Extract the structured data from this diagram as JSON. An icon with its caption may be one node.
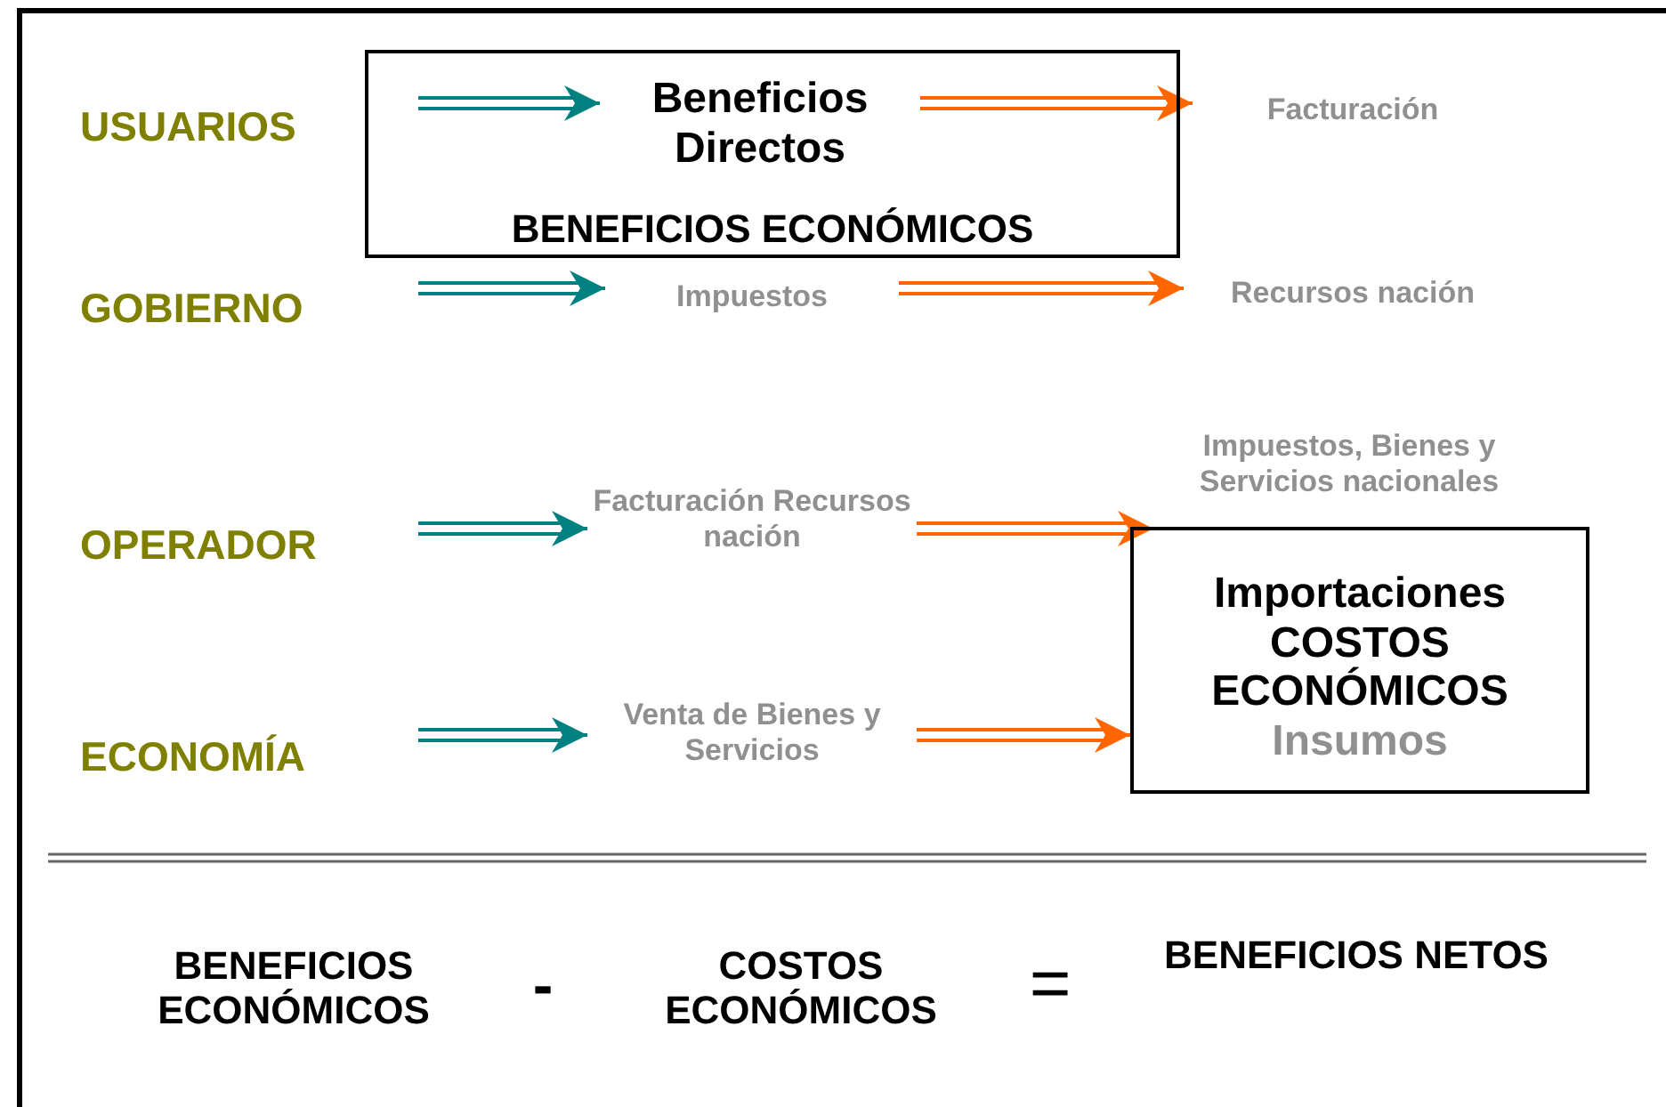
{
  "diagram": {
    "nodes": [
      {
        "text": [
          "USUARIOS"
        ]
      },
      {
        "text": [
          "BENEFICIOS ECONÓMICOS"
        ]
      },
      {
        "text": [
          "Beneficios Directos"
        ],
        "in": 1
      },
      {
        "text": [
          "Facturación"
        ]
      },
      {
        "text": [
          "GOBIERNO"
        ]
      },
      {
        "text": [
          "Impuestos"
        ]
      },
      {
        "text": [
          "Recursos nación"
        ]
      },
      {
        "text": [
          "OPERADOR"
        ]
      },
      {
        "text": [
          "Facturación Recursos nación"
        ]
      },
      {
        "text": [
          "Impuestos, Bienes y Servicios nacionales"
        ]
      },
      {
        "text": [
          "ECONOMÍA"
        ]
      },
      {
        "text": [
          "Venta de Bienes y Servicios"
        ]
      },
      {
        "text": [
          "Importaciones",
          "COSTOS ECONÓMICOS",
          "Insumos"
        ]
      }
    ],
    "edges": [
      {
        "from": 0,
        "to": 2,
        "arrow": "to",
        "color": "#008080"
      },
      {
        "from": 2,
        "to": 3,
        "arrow": "to",
        "color": "#ff6600"
      },
      {
        "from": 4,
        "to": 5,
        "arrow": "to",
        "color": "#008080"
      },
      {
        "from": 5,
        "to": 6,
        "arrow": "to",
        "color": "#ff6600"
      },
      {
        "from": 7,
        "to": 8,
        "arrow": "to",
        "color": "#008080"
      },
      {
        "from": 8,
        "to": 9,
        "arrow": "to",
        "color": "#ff6600"
      },
      {
        "from": 10,
        "to": 11,
        "arrow": "to",
        "color": "#008080"
      },
      {
        "from": 11,
        "to": 12,
        "arrow": "to",
        "color": "#ff6600"
      }
    ],
    "labels": [
      "BENEFICIOS ECONÓMICOS",
      "-",
      "COSTOS ECONÓMICOS",
      "=",
      "BENEFICIOS NETOS"
    ]
  }
}
